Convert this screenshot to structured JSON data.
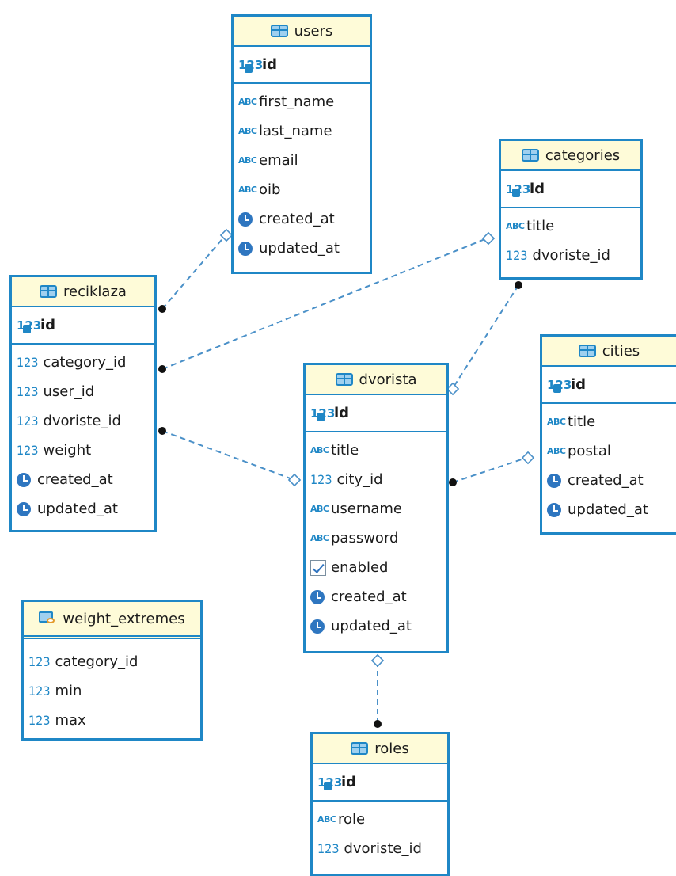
{
  "entities": {
    "users": {
      "title": "users",
      "pk": "id",
      "fields": [
        "first_name",
        "last_name",
        "email",
        "oib",
        "created_at",
        "updated_at"
      ]
    },
    "categories": {
      "title": "categories",
      "pk": "id",
      "fields": [
        "title",
        "dvoriste_id"
      ]
    },
    "reciklaza": {
      "title": "reciklaza",
      "pk": "id",
      "fields": [
        "category_id",
        "user_id",
        "dvoriste_id",
        "weight",
        "created_at",
        "updated_at"
      ]
    },
    "dvorista": {
      "title": "dvorista",
      "pk": "id",
      "fields": [
        "title",
        "city_id",
        "username",
        "password",
        "enabled",
        "created_at",
        "updated_at"
      ]
    },
    "cities": {
      "title": "cities",
      "pk": "id",
      "fields": [
        "title",
        "postal",
        "created_at",
        "updated_at"
      ]
    },
    "weight_extremes": {
      "title": "weight_extremes",
      "fields": [
        "category_id",
        "min",
        "max"
      ]
    },
    "roles": {
      "title": "roles",
      "pk": "id",
      "fields": [
        "role",
        "dvoriste_id"
      ]
    }
  },
  "type_icons": {
    "abc": "ABC",
    "num": "123",
    "pk": "123"
  },
  "colors": {
    "border": "#1f87c6",
    "header_bg": "#fefbd8",
    "link": "#4a90c8"
  }
}
